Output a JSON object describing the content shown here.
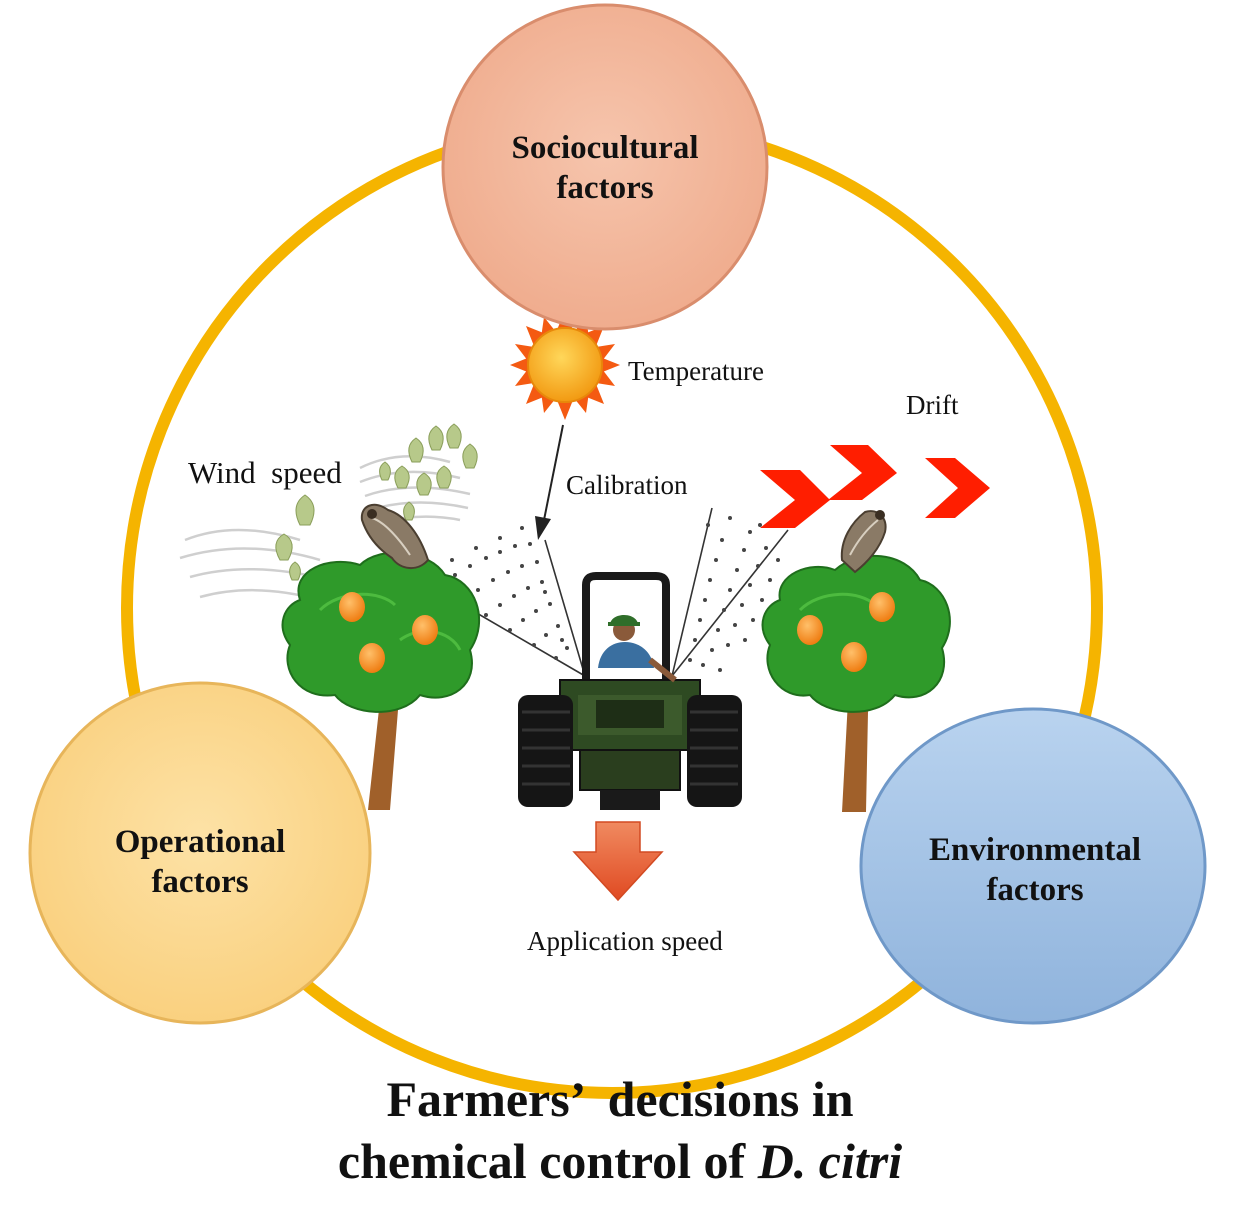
{
  "nodes": {
    "sociocultural": {
      "line1": "Sociocultural",
      "line2": "factors",
      "fill": "#f3b79c"
    },
    "operational": {
      "line1": "Operational",
      "line2": "factors",
      "fill": "#fbd791"
    },
    "environmental": {
      "line1": "Environmental",
      "line2": "factors",
      "fill": "#a6c6e8"
    }
  },
  "ring_color": "#f5b400",
  "labels": {
    "temperature": "Temperature",
    "drift": "Drift",
    "wind_speed": "Wind  speed",
    "calibration": "Calibration",
    "application_speed": "Application speed"
  },
  "title": {
    "line1": "Farmers’  decisions in",
    "line2_prefix": "chemical control of ",
    "line2_species": "D. citri"
  },
  "icons": [
    "sun-icon",
    "wind-icon",
    "leaf-icon",
    "drift-arrow-icon",
    "tree-icon",
    "orange-fruit-icon",
    "psyllid-insect-icon",
    "tractor-icon",
    "farmer-icon",
    "spray-icon",
    "down-arrow-icon"
  ]
}
